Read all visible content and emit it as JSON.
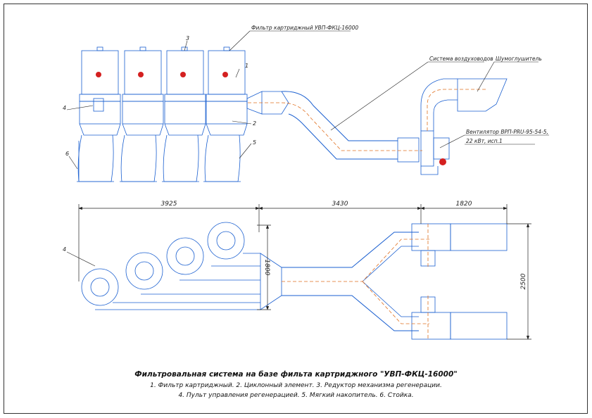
{
  "title": "Фильтровальная система на базе фильта картриджного \"УВП-ФКЦ-16000\"",
  "legend_lines": [
    "1. Фильтр картриджный. 2. Циклонный элемент. 3. Редуктор механизма регенерации.",
    "4. Пульт управления регенерацией. 5. Мягкий накопитель. 6. Стойка."
  ],
  "callouts": {
    "filter": "Фильтр картриджный УВП-ФКЦ-16000",
    "ducts": "Система воздуховодов",
    "silencer": "Шумоглушитель",
    "fan_line1": "Вентилятор ВРП-PRU-95-54-5,",
    "fan_line2": "22 кВт, исп.1"
  },
  "part_numbers": [
    "1",
    "2",
    "3",
    "4",
    "5",
    "6"
  ],
  "dimensions": {
    "d1": "3925",
    "d2": "3430",
    "d3": "1820",
    "d_height": "1800",
    "d_width": "2500"
  },
  "colors": {
    "line": "#1a5fd0",
    "axis": "#e07020",
    "dim": "#222222",
    "accent_red": "#d42020"
  }
}
